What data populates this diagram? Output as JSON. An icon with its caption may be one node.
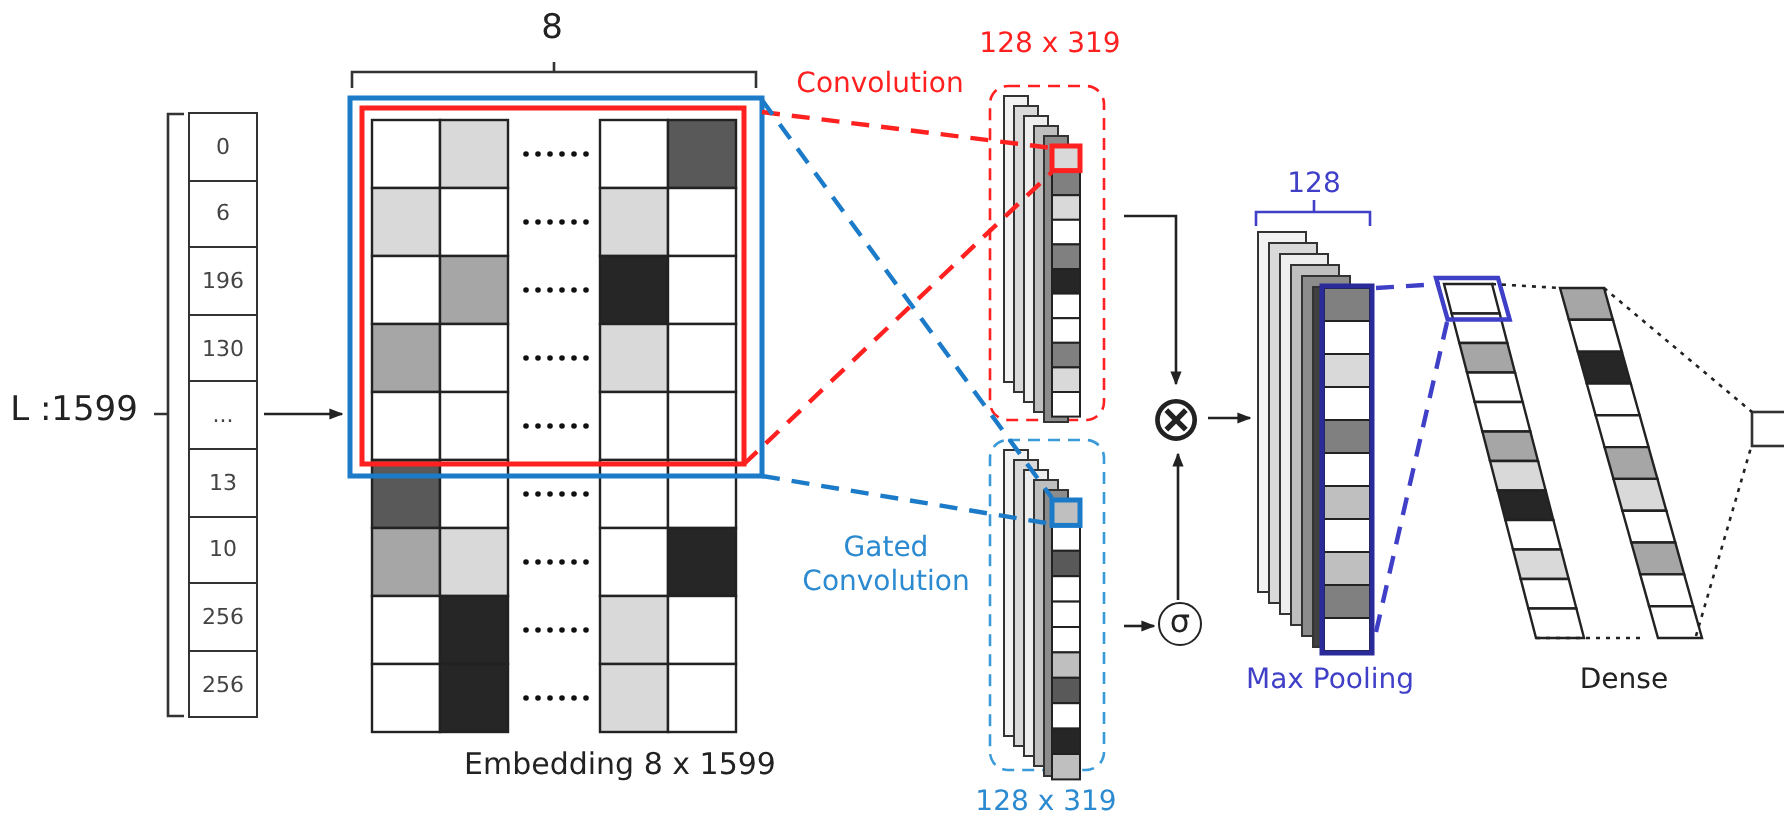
{
  "diagram": {
    "nodes": [
      {
        "text": [
          "0",
          "6",
          "196",
          "130",
          "...",
          "13",
          "10",
          "256",
          "256"
        ],
        "beside": [
          "L :1599"
        ]
      },
      {
        "text": [],
        "shape": "box",
        "beside": [
          "8",
          "Embedding 8 x 1599"
        ]
      },
      {
        "text": [],
        "shape": "box",
        "beside": [
          "Convolution",
          "128 x 319"
        ]
      },
      {
        "text": [],
        "shape": "box",
        "beside": [
          "Gated Convolution",
          "128 x 319"
        ]
      },
      {
        "text": [
          "⊗"
        ]
      },
      {
        "text": [
          "σ"
        ]
      },
      {
        "text": [],
        "shape": "box",
        "beside": [
          "128",
          "Max Pooling"
        ]
      },
      {
        "text": [],
        "shape": "bar"
      },
      {
        "text": [],
        "shape": "bar",
        "beside": [
          "Dense"
        ]
      },
      {
        "text": [],
        "shape": "box"
      }
    ],
    "edges": [
      {
        "from": 0,
        "to": 1,
        "arrow": "to"
      },
      {
        "from": 1,
        "to": 2,
        "arrow": "none",
        "style": "dashed",
        "color": "#ff2020"
      },
      {
        "from": 1,
        "to": 2,
        "arrow": "none",
        "style": "dashed",
        "color": "#ff2020"
      },
      {
        "from": 1,
        "to": 3,
        "arrow": "none",
        "style": "dashed",
        "color": "#1b7bc8"
      },
      {
        "from": 1,
        "to": 3,
        "arrow": "none",
        "style": "dashed",
        "color": "#1b7bc8"
      },
      {
        "from": 2,
        "to": 4,
        "arrow": "to"
      },
      {
        "from": 3,
        "to": 5,
        "arrow": "to"
      },
      {
        "from": 5,
        "to": 4,
        "arrow": "to"
      },
      {
        "from": 4,
        "to": 6,
        "arrow": "to"
      },
      {
        "from": 6,
        "to": 7,
        "arrow": "none",
        "style": "dashed",
        "color": "#3f3fc8"
      },
      {
        "from": 6,
        "to": 7,
        "arrow": "none",
        "style": "dashed",
        "color": "#3f3fc8"
      },
      {
        "from": 7,
        "to": 8,
        "arrow": "none",
        "style": "dashed"
      },
      {
        "from": 7,
        "to": 8,
        "arrow": "none",
        "style": "dashed"
      },
      {
        "from": 8,
        "to": 9,
        "arrow": "none",
        "style": "dashed"
      },
      {
        "from": 8,
        "to": 9,
        "arrow": "none",
        "style": "dashed"
      }
    ]
  }
}
